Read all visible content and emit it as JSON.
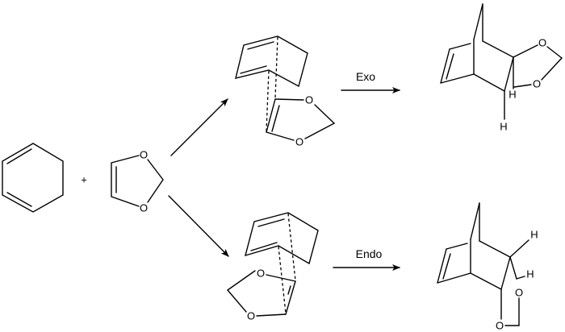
{
  "reaction": {
    "plus": "+",
    "exo_label": "Exo",
    "endo_label": "Endo"
  },
  "atoms": {
    "oxygen": "O",
    "hydrogen": "H"
  }
}
